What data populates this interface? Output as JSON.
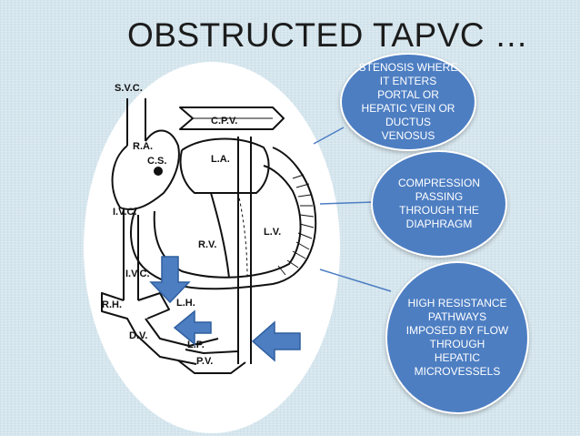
{
  "slide": {
    "title": "OBSTRUCTED TAPVC …"
  },
  "diagram_labels": {
    "svc": "S.V.C.",
    "cpv": "C.P.V.",
    "ra": "R.A.",
    "cs": "C.S.",
    "la": "L.A.",
    "ivc_upper": "I.V.C.",
    "rv": "R.V.",
    "lv": "L.V.",
    "ivc_lower": "I.V.C.",
    "rh": "R.H.",
    "lh": "L.H.",
    "dv": "D.V.",
    "lp": "L.P.",
    "pv": "P.V."
  },
  "callouts": [
    {
      "text": "STENOSIS WHERE IT ENTERS PORTAL OR HEPATIC VEIN OR DUCTUS VENOSUS"
    },
    {
      "text": "COMPRESSION PASSING THROUGH THE DIAPHRAGM"
    },
    {
      "text": "HIGH RESISTANCE PATHWAYS IMPOSED BY FLOW THROUGH HEPATIC MICROVESSELS"
    }
  ],
  "colors": {
    "callout_fill": "#4d7ec2",
    "arrow_fill": "#4d7ec2",
    "background": "#d6e6ee"
  }
}
